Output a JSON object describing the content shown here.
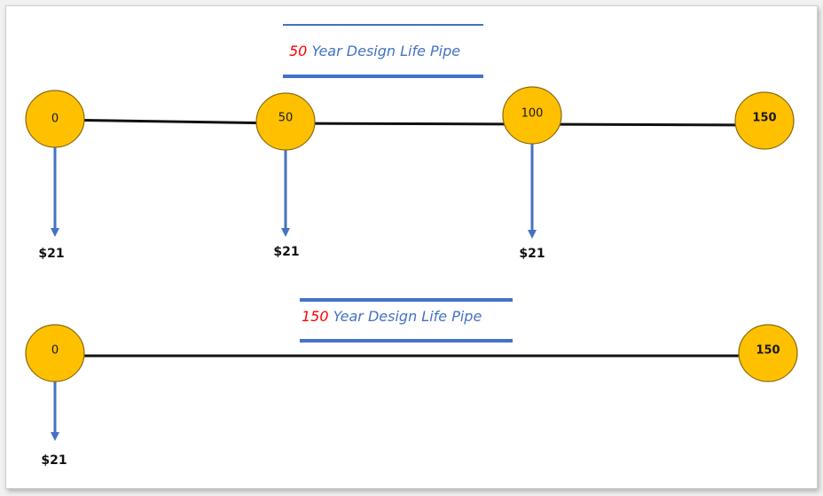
{
  "colors": {
    "node_fill": "#ffc000",
    "node_stroke": "#8a6a10",
    "line": "#111111",
    "arrow": "#4472c4",
    "title_number": "#ff0000",
    "title_text": "#4472c4",
    "title_rule": "#4472c4"
  },
  "diagram_top": {
    "title_number": "50",
    "title_text": " Year Design Life Pipe",
    "nodes": [
      {
        "label": "0",
        "bold": false
      },
      {
        "label": "50",
        "bold": false
      },
      {
        "label": "100",
        "bold": false
      },
      {
        "label": "150",
        "bold": true
      }
    ],
    "costs": [
      "$21",
      "$21",
      "$21"
    ]
  },
  "diagram_bottom": {
    "title_number": "150",
    "title_text": " Year Design Life Pipe",
    "nodes": [
      {
        "label": "0",
        "bold": false
      },
      {
        "label": "150",
        "bold": true
      }
    ],
    "costs": [
      "$21"
    ]
  }
}
